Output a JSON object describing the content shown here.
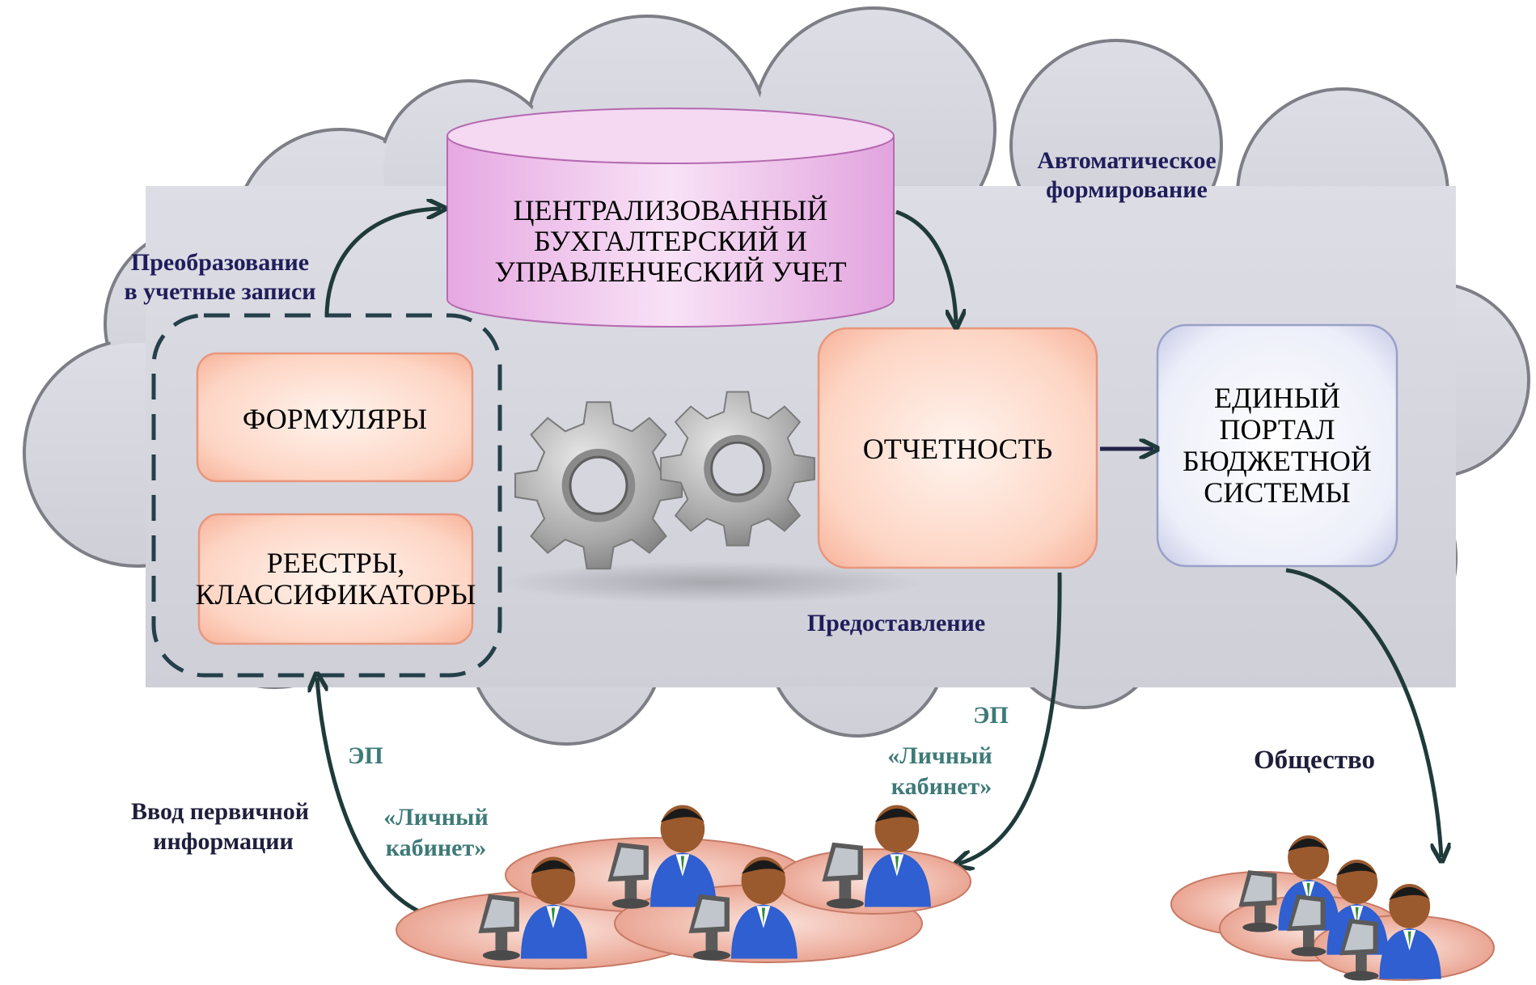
{
  "cloud_title": "",
  "nodes": {
    "database": [
      "ЦЕНТРАЛИЗОВАННЫЙ",
      "БУХГАЛТЕРСКИЙ  И",
      "УПРАВЛЕНЧЕСКИЙ УЧЕТ"
    ],
    "forms": "ФОРМУЛЯРЫ",
    "registers": [
      "РЕЕСТРЫ,",
      "КЛАССИФИКАТОРЫ"
    ],
    "reporting": "ОТЧЕТНОСТЬ",
    "portal": [
      "ЕДИНЫЙ",
      "ПОРТАЛ",
      "БЮДЖЕТНОЙ",
      "СИСТЕМЫ"
    ]
  },
  "labels": {
    "transform": [
      "Преобразование",
      "в учетные записи"
    ],
    "auto": [
      "Автоматическое",
      "формирование"
    ],
    "provide": "Предоставление",
    "input": [
      "Ввод первичной",
      "информации"
    ],
    "society": "Общество",
    "ep_left": "ЭП",
    "cabinet_left": [
      "«Личный",
      "кабинет»"
    ],
    "ep_right": "ЭП",
    "cabinet_right": [
      "«Личный",
      "кабинет»"
    ]
  },
  "colors": {
    "cloud_fill": "#d6d6df",
    "cloud_stroke": "#7e7e86",
    "database_fill": "#f0c8ee",
    "box_fill": "#fcd2c2",
    "portal_fill": "#eef0fb",
    "arrow": "#1f3a3a",
    "dashed": "#24404a"
  }
}
